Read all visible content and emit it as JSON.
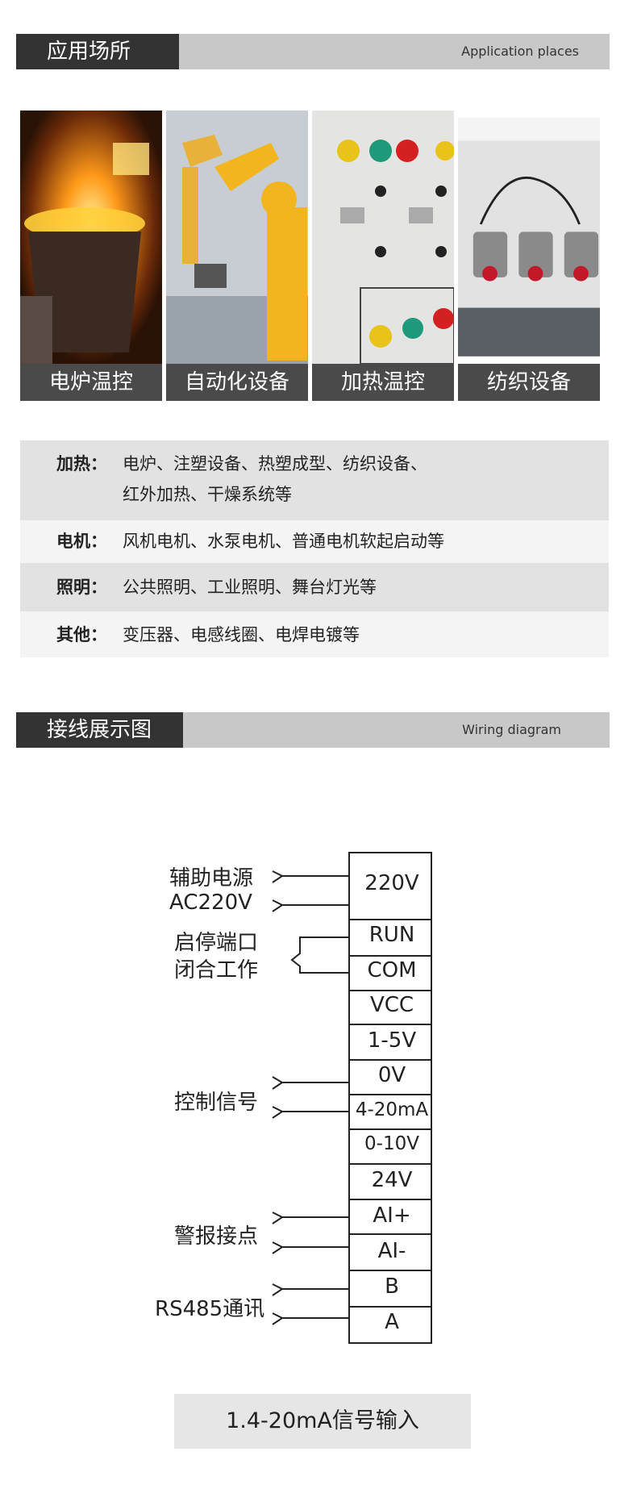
{
  "section1": {
    "title": "应用场所",
    "subtitle": "Application places"
  },
  "photos": [
    {
      "caption": "电炉温控",
      "icon": "furnace-photo"
    },
    {
      "caption": "自动化设备",
      "icon": "robot-arm-photo"
    },
    {
      "caption": "加热温控",
      "icon": "control-panel-photo"
    },
    {
      "caption": "纺织设备",
      "icon": "textile-machine-photo"
    }
  ],
  "applications": [
    {
      "label": "加热：",
      "text": "电炉、注塑设备、热塑成型、纺织设备、",
      "text2": "红外加热、干燥系统等",
      "bg": "#e2e2e2"
    },
    {
      "label": "电机：",
      "text": "风机电机、水泵电机、普通电机软起启动等",
      "bg": "#f4f4f4"
    },
    {
      "label": "照明：",
      "text": "公共照明、工业照明、舞台灯光等",
      "bg": "#e2e2e2"
    },
    {
      "label": "其他：",
      "text": "变压器、电感线圈、电焊电镀等",
      "bg": "#f4f4f4"
    }
  ],
  "section2": {
    "title": "接线展示图",
    "subtitle": "Wiring diagram"
  },
  "wiring": {
    "groups": [
      {
        "line1": "辅助电源",
        "line2": "AC220V"
      },
      {
        "line1": "启停端口",
        "line2": "闭合工作"
      },
      {
        "line1": "控制信号"
      },
      {
        "line1": "警报接点"
      },
      {
        "line1": "RS485通讯"
      }
    ],
    "terminals": [
      "220V",
      "RUN",
      "COM",
      "VCC",
      "1-5V",
      "0V",
      "4-20mA",
      "0-10V",
      "24V",
      "AI+",
      "AI-",
      "B",
      "A"
    ]
  },
  "footer": {
    "caption": "1.4-20mA信号输入"
  }
}
